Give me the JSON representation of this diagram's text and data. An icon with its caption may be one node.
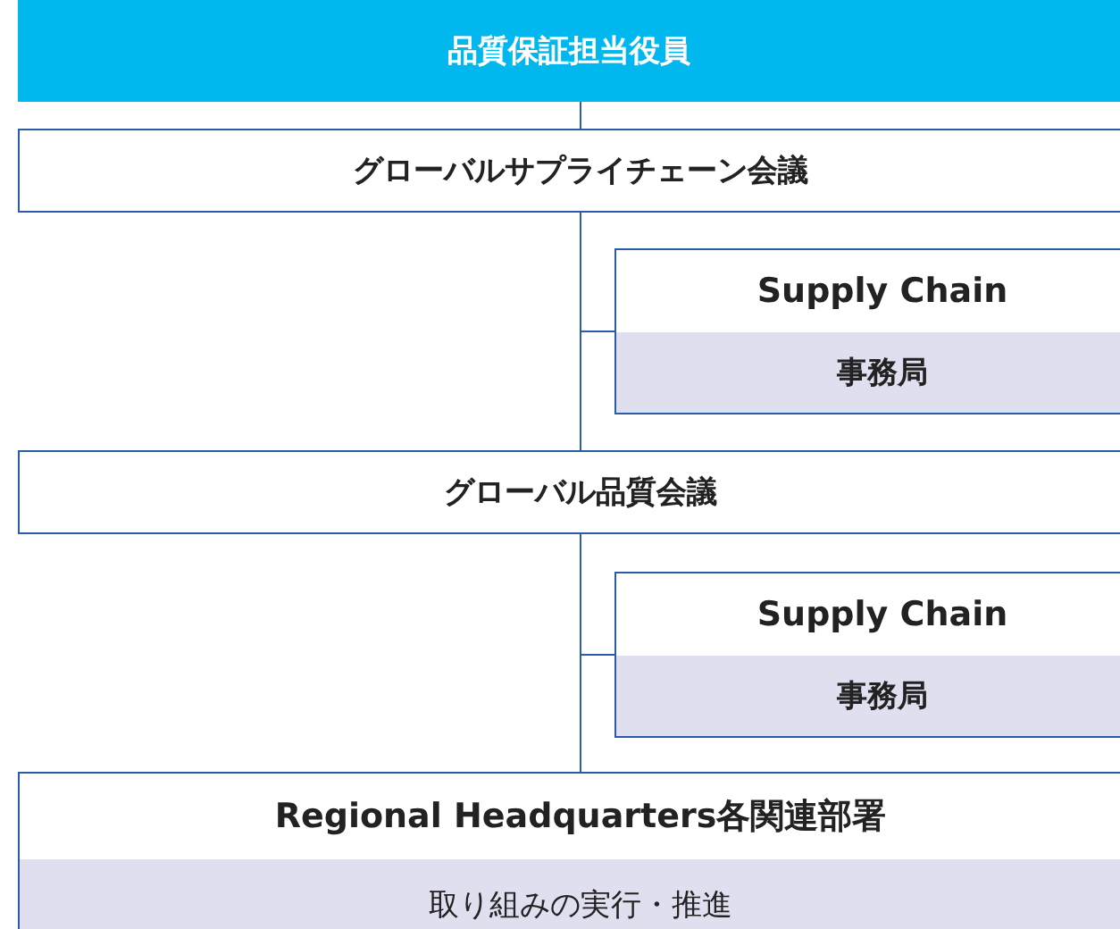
{
  "diagram": {
    "nodes": [
      {
        "text": [
          "品質保証担当役員"
        ]
      },
      {
        "text": [
          "グローバルサプライチェーン会議"
        ]
      },
      {
        "text": [
          "Supply Chain",
          "事務局"
        ]
      },
      {
        "text": [
          "グローバル品質会議"
        ]
      },
      {
        "text": [
          "Supply Chain",
          "事務局"
        ]
      },
      {
        "text": [
          "Regional Headquarters各関連部署",
          "取り組みの実行・推進"
        ]
      }
    ],
    "edges": [
      {
        "from": 0,
        "to": 1,
        "arrow": "none"
      },
      {
        "from": 1,
        "to": 2,
        "arrow": "none"
      },
      {
        "from": 1,
        "to": 3,
        "arrow": "none"
      },
      {
        "from": 3,
        "to": 4,
        "arrow": "none"
      },
      {
        "from": 3,
        "to": 5,
        "arrow": "none"
      }
    ]
  }
}
